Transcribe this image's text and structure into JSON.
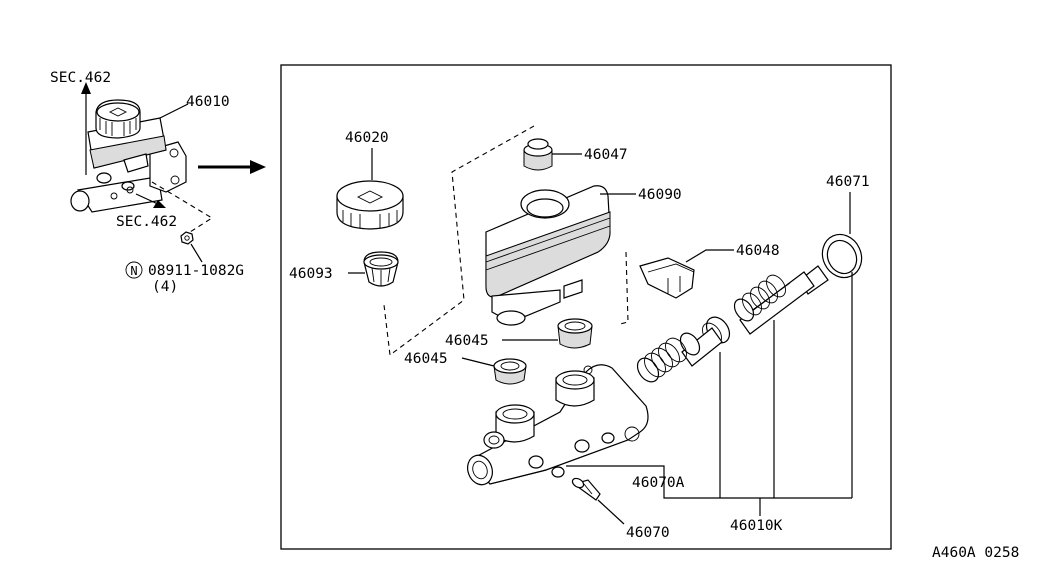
{
  "overview": {
    "sec_top": "SEC.462",
    "assembly_part": "46010",
    "sec_bottom": "SEC.462",
    "nut_marker": "N",
    "nut_part": "08911-1082G",
    "nut_qty": "(4)"
  },
  "callouts": {
    "cap": "46020",
    "strainer": "46093",
    "plug": "46047",
    "reservoir": "46090",
    "sensor": "46048",
    "seal_right": "46071",
    "grommet_upper": "46045",
    "grommet_lower": "46045",
    "o_ring": "46070A",
    "stopper_bolt": "46070",
    "piston_kit": "46010K"
  },
  "footer": {
    "drawing_code": "A460A 0258"
  },
  "icons": [
    "arrow-up-icon",
    "arrow-right-icon",
    "arrow-down-right-icon"
  ]
}
